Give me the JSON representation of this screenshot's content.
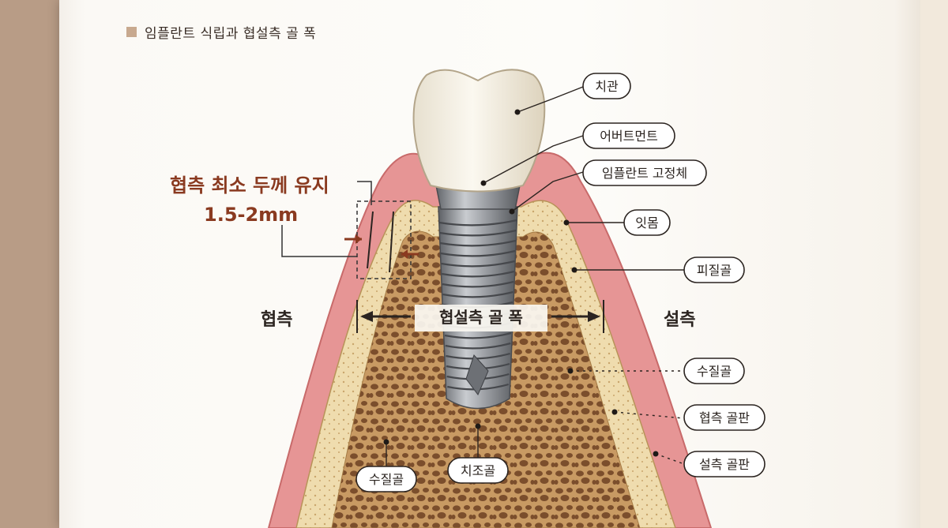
{
  "title": "임플란트 식립과 협설측 골 폭",
  "note": {
    "line1": "협측 최소 두께 유지",
    "line2": "1.5-2mm"
  },
  "sides": {
    "buccal": "협측",
    "lingual": "설측"
  },
  "width_label": "협설측 골 폭",
  "labels": {
    "crown": "치관",
    "abutment": "어버트먼트",
    "fixture": "임플란트 고정체",
    "gingiva": "잇몸",
    "cortical": "피질골",
    "cancellous_right": "수질골",
    "buccal_plate": "협측 골판",
    "lingual_plate": "설측 골판",
    "cancellous_bottom": "수질골",
    "alveolar": "치조골"
  },
  "colors": {
    "gum": "#e38f8f",
    "bone": "#eedcae",
    "trabecula": "#9a6a3f",
    "note": "#8a3a20",
    "implant": "#8a8d92"
  }
}
